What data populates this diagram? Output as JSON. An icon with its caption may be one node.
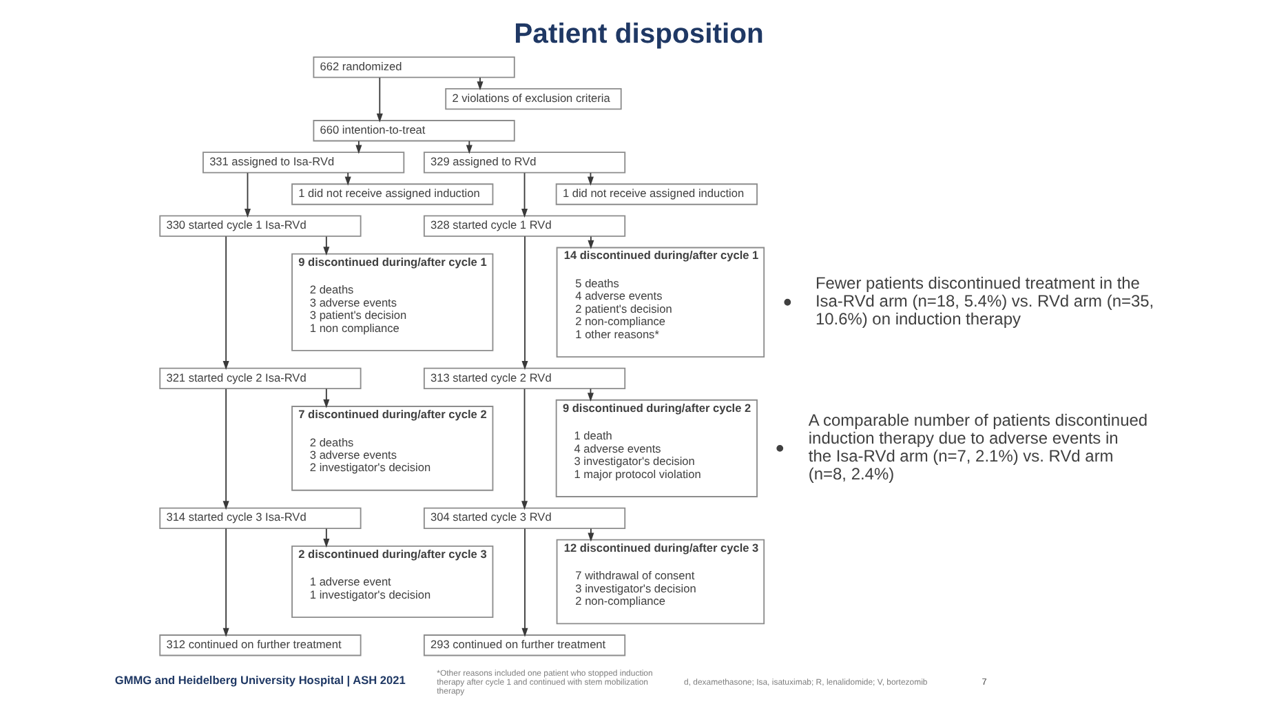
{
  "diagram": {
    "title": "Patient disposition",
    "nodes": [
      {
        "text": [
          "662 randomized"
        ]
      },
      {
        "text": [
          "2 violations of exclusion criteria"
        ]
      },
      {
        "text": [
          "660 intention-to-treat"
        ]
      },
      {
        "text": [
          "331 assigned to Isa-RVd"
        ]
      },
      {
        "text": [
          "1 did not receive assigned induction"
        ]
      },
      {
        "text": [
          "330 started cycle 1 Isa-RVd"
        ]
      },
      {
        "text": [
          "9 discontinued during/after cycle 1",
          "2 deaths",
          "3 adverse events",
          "3 patient's decision",
          "1 non compliance"
        ]
      },
      {
        "text": [
          "321 started cycle 2 Isa-RVd"
        ]
      },
      {
        "text": [
          "7 discontinued during/after cycle 2",
          "2 deaths",
          "3 adverse events",
          "2 investigator's decision"
        ]
      },
      {
        "text": [
          "314 started cycle 3 Isa-RVd"
        ]
      },
      {
        "text": [
          "2 discontinued during/after cycle 3",
          "1 adverse event",
          "1 investigator's decision"
        ]
      },
      {
        "text": [
          "312 continued on further treatment"
        ]
      },
      {
        "text": [
          "329 assigned to RVd"
        ]
      },
      {
        "text": [
          "1 did not receive assigned induction"
        ]
      },
      {
        "text": [
          "328 started cycle 1 RVd"
        ]
      },
      {
        "text": [
          "14 discontinued during/after cycle 1",
          "5 deaths",
          "4 adverse events",
          "2 patient's decision",
          "2 non-compliance",
          "1 other reasons*"
        ]
      },
      {
        "text": [
          "313 started cycle 2 RVd"
        ]
      },
      {
        "text": [
          "9 discontinued during/after cycle 2",
          "1 death",
          "4 adverse events",
          "3 investigator's decision",
          "1 major protocol violation"
        ]
      },
      {
        "text": [
          "304 started cycle 3 RVd"
        ]
      },
      {
        "text": [
          "12 discontinued during/after cycle 3",
          "7 withdrawal of consent",
          "3 investigator's decision",
          "2 non-compliance"
        ]
      },
      {
        "text": [
          "293 continued on further treatment"
        ]
      }
    ],
    "edges": [
      {
        "from": 0,
        "to": 2,
        "arrow": "to"
      },
      {
        "from": 0,
        "to": 1,
        "arrow": "to"
      },
      {
        "from": 2,
        "to": 3,
        "arrow": "to"
      },
      {
        "from": 2,
        "to": 12,
        "arrow": "to"
      },
      {
        "from": 3,
        "to": 5,
        "arrow": "to"
      },
      {
        "from": 3,
        "to": 4,
        "arrow": "to"
      },
      {
        "from": 5,
        "to": 7,
        "arrow": "to"
      },
      {
        "from": 5,
        "to": 6,
        "arrow": "to"
      },
      {
        "from": 7,
        "to": 9,
        "arrow": "to"
      },
      {
        "from": 7,
        "to": 8,
        "arrow": "to"
      },
      {
        "from": 9,
        "to": 11,
        "arrow": "to"
      },
      {
        "from": 9,
        "to": 10,
        "arrow": "to"
      },
      {
        "from": 12,
        "to": 14,
        "arrow": "to"
      },
      {
        "from": 12,
        "to": 13,
        "arrow": "to"
      },
      {
        "from": 14,
        "to": 16,
        "arrow": "to"
      },
      {
        "from": 14,
        "to": 15,
        "arrow": "to"
      },
      {
        "from": 16,
        "to": 18,
        "arrow": "to"
      },
      {
        "from": 16,
        "to": 17,
        "arrow": "to"
      },
      {
        "from": 18,
        "to": 20,
        "arrow": "to"
      },
      {
        "from": 18,
        "to": 19,
        "arrow": "to"
      }
    ],
    "labels": [
      "Fewer patients discontinued treatment in the Isa-RVd arm (n=18, 5.4%) vs. RVd arm (n=35, 10.6%) on induction therapy",
      "A comparable number of patients discontinued induction therapy due to adverse events in the Isa-RVd arm (n=7, 2.1%) vs. RVd arm (n=8, 2.4%)",
      "GMMG and Heidelberg University Hospital | ASH 2021",
      "*Other reasons included one patient who stopped induction therapy after cycle 1 and continued with stem mobilization therapy",
      "d, dexamethasone; Isa, isatuximab; R, lenalidomide; V, bortezomib",
      "7"
    ]
  }
}
